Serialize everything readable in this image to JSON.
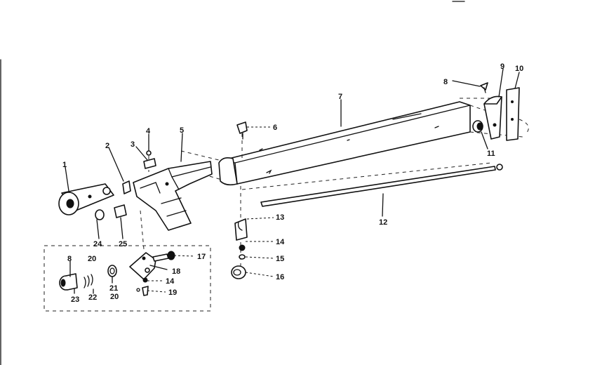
{
  "callouts": {
    "c1": "1",
    "c2": "2",
    "c3": "3",
    "c4": "4",
    "c5": "5",
    "c6": "6",
    "c7": "7",
    "c8": "8",
    "c9": "9",
    "c10": "10",
    "c11": "11",
    "c12": "12",
    "c13": "13",
    "c14a": "14",
    "c14b": "14",
    "c15": "15",
    "c16": "16",
    "c17": "17",
    "c18": "18",
    "c19": "19",
    "c20a": "20",
    "c20b": "20",
    "c21": "21",
    "c22": "22",
    "c23": "23",
    "c24": "24",
    "c25": "25",
    "c8b": "8"
  },
  "colors": {
    "ink": "#111111",
    "paper": "#ffffff"
  }
}
